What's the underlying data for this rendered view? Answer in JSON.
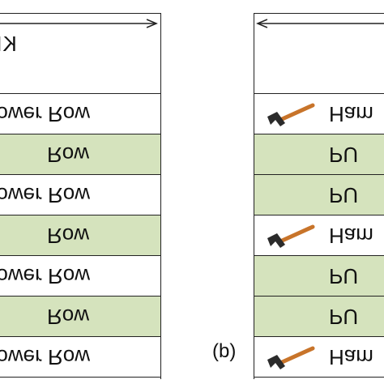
{
  "left_table": {
    "header": "KB",
    "rows": [
      {
        "label": "Power Row",
        "kind": "white"
      },
      {
        "label": "Row",
        "kind": "green"
      },
      {
        "label": "Power Row",
        "kind": "white"
      },
      {
        "label": "Row",
        "kind": "green"
      },
      {
        "label": "Power Row",
        "kind": "white"
      },
      {
        "label": "Row",
        "kind": "green"
      },
      {
        "label": "Power Row",
        "kind": "white"
      }
    ]
  },
  "right_table": {
    "rows": [
      {
        "label": "Ham",
        "kind": "white",
        "icon": "hammer-icon"
      },
      {
        "label": "PU",
        "kind": "green"
      },
      {
        "label": "PU",
        "kind": "green"
      },
      {
        "label": "Ham",
        "kind": "white",
        "icon": "hammer-icon"
      },
      {
        "label": "PU",
        "kind": "green"
      },
      {
        "label": "PU",
        "kind": "green"
      },
      {
        "label": "Ham",
        "kind": "white",
        "icon": "hammer-icon"
      }
    ]
  },
  "subfigure_label": "(b)",
  "colors": {
    "green_row": "#d5e3bd",
    "white_row": "#ffffff",
    "hammer_handle": "#c8742a",
    "hammer_head": "#2b2b2b"
  }
}
